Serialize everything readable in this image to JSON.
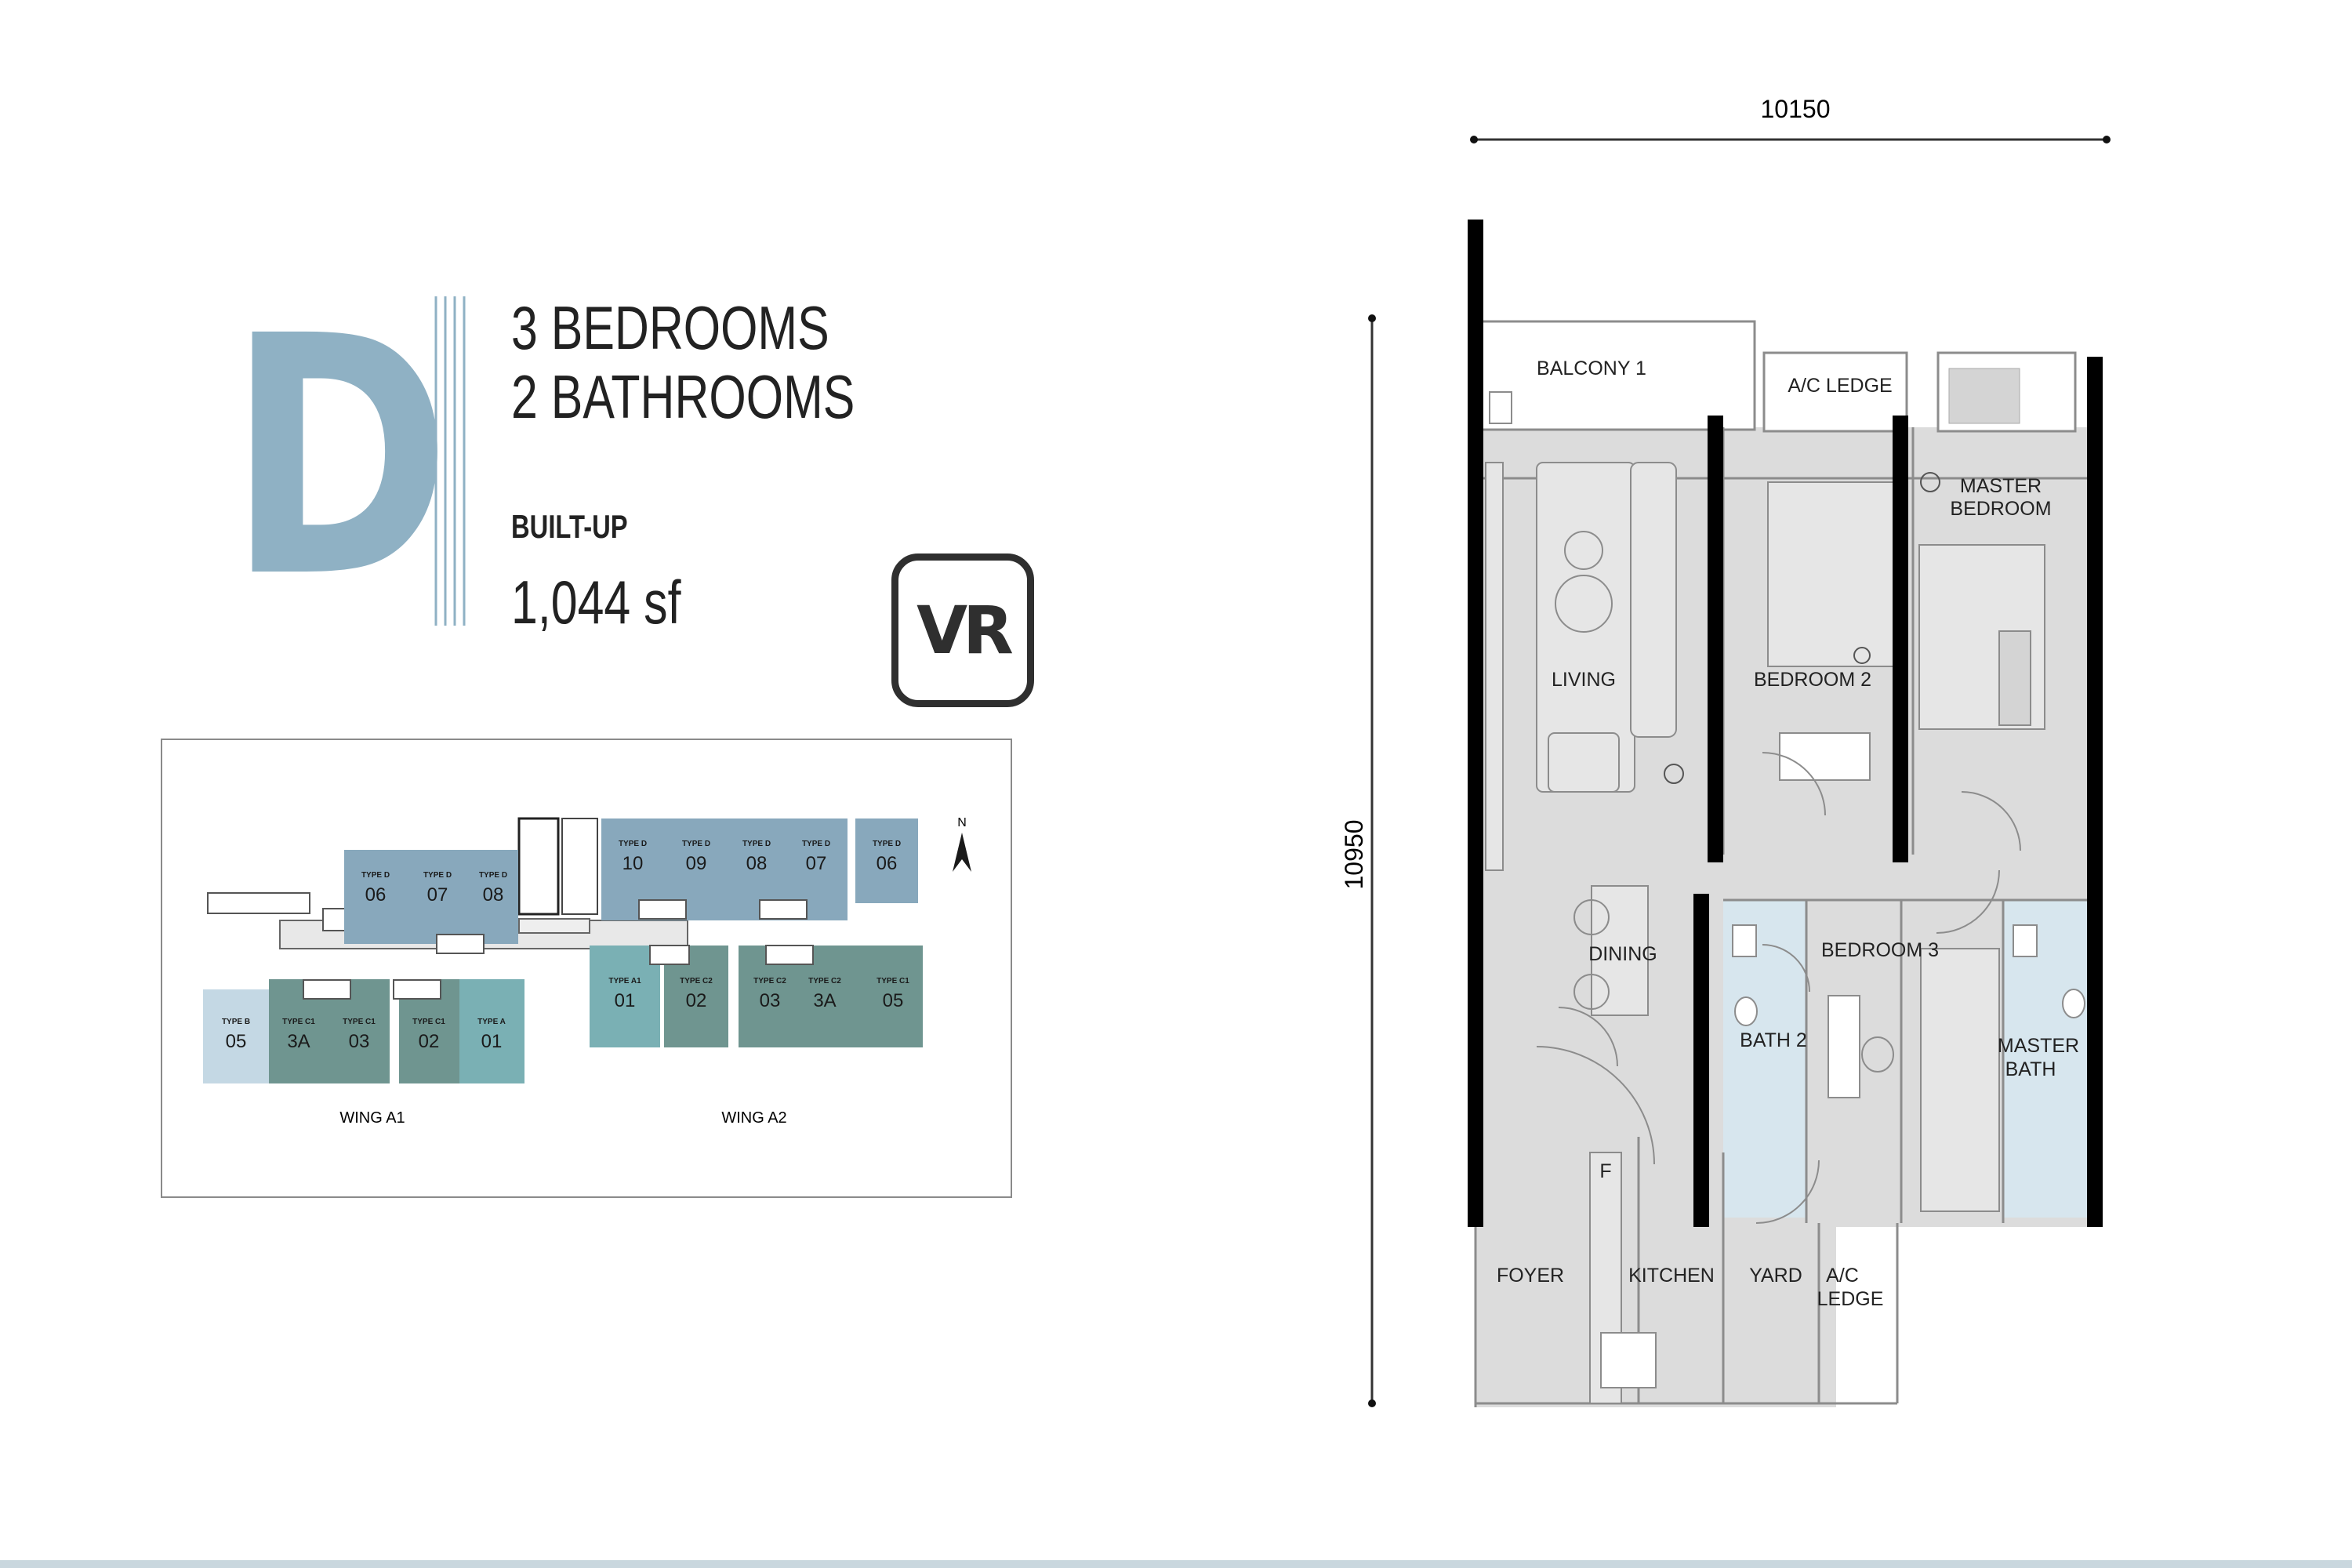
{
  "unit_type": {
    "letter": "D",
    "bedrooms": "3 BEDROOMS",
    "bathrooms": "2 BATHROOMS",
    "built_up_label": "BUILT-UP",
    "built_up_value": "1,044 sf"
  },
  "vr_button": {
    "label": "VR"
  },
  "key_plan": {
    "north": "N",
    "wings": [
      "WING A1",
      "WING A2"
    ],
    "units": [
      {
        "type": "TYPE D",
        "num": "06",
        "color": "#88a8bc"
      },
      {
        "type": "TYPE D",
        "num": "07",
        "color": "#88a8bc"
      },
      {
        "type": "TYPE D",
        "num": "08",
        "color": "#88a8bc"
      },
      {
        "type": "TYPE B",
        "num": "05",
        "color": "#c4d8e4"
      },
      {
        "type": "TYPE C1",
        "num": "3A",
        "color": "#6f9590"
      },
      {
        "type": "TYPE C1",
        "num": "03",
        "color": "#6f9590"
      },
      {
        "type": "TYPE C1",
        "num": "02",
        "color": "#6f9590"
      },
      {
        "type": "TYPE A",
        "num": "01",
        "color": "#7ab0b4"
      },
      {
        "type": "TYPE D",
        "num": "10",
        "color": "#88a8bc"
      },
      {
        "type": "TYPE D",
        "num": "09",
        "color": "#88a8bc"
      },
      {
        "type": "TYPE D",
        "num": "08",
        "color": "#88a8bc"
      },
      {
        "type": "TYPE D",
        "num": "07",
        "color": "#88a8bc"
      },
      {
        "type": "TYPE D",
        "num": "06",
        "color": "#88a8bc"
      },
      {
        "type": "TYPE A1",
        "num": "01",
        "color": "#7ab0b4"
      },
      {
        "type": "TYPE C2",
        "num": "02",
        "color": "#6f9590"
      },
      {
        "type": "TYPE C2",
        "num": "03",
        "color": "#6f9590"
      },
      {
        "type": "TYPE C2",
        "num": "3A",
        "color": "#6f9590"
      },
      {
        "type": "TYPE C1",
        "num": "05",
        "color": "#6f9590"
      }
    ]
  },
  "floor_plan": {
    "dim_width": "10150",
    "dim_height": "10950",
    "rooms": {
      "balcony": "BALCONY 1",
      "ac_ledge_top": "A/C LEDGE",
      "master_bedroom_1": "MASTER",
      "master_bedroom_2": "BEDROOM",
      "living": "LIVING",
      "bedroom2": "BEDROOM 2",
      "dining": "DINING",
      "bedroom3": "BEDROOM 3",
      "bath2": "BATH 2",
      "master_bath_1": "MASTER",
      "master_bath_2": "BATH",
      "foyer": "FOYER",
      "kitchen": "KITCHEN",
      "yard": "YARD",
      "ac_ledge_bottom_1": "A/C",
      "ac_ledge_bottom_2": "LEDGE",
      "fridge": "F"
    },
    "colors": {
      "floor": "#dcdcdc",
      "wet": "#d7e6ee",
      "wall": "#000000",
      "line": "#8c8c8c"
    }
  }
}
